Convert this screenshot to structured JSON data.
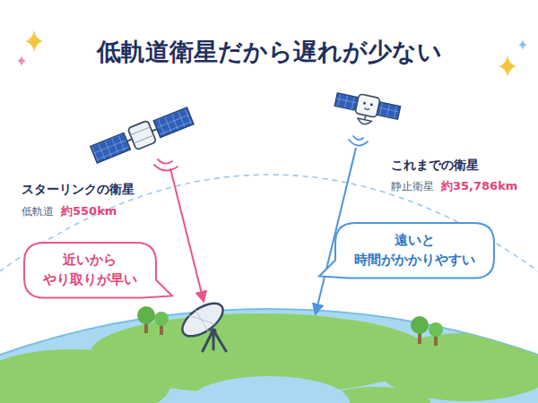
{
  "diagram": {
    "title": "低軌道衛星だから遅れが少ない",
    "nodes": [
      {
        "text": [
          "近いから やり取りが早い"
        ]
      },
      {
        "text": [
          "遠いと 時間がかかりやすい"
        ]
      }
    ],
    "labels": [
      "スターリンクの衛星",
      "低軌道",
      "約550km",
      "これまでの衛星",
      "静止衛星",
      "約35,786km"
    ]
  }
}
